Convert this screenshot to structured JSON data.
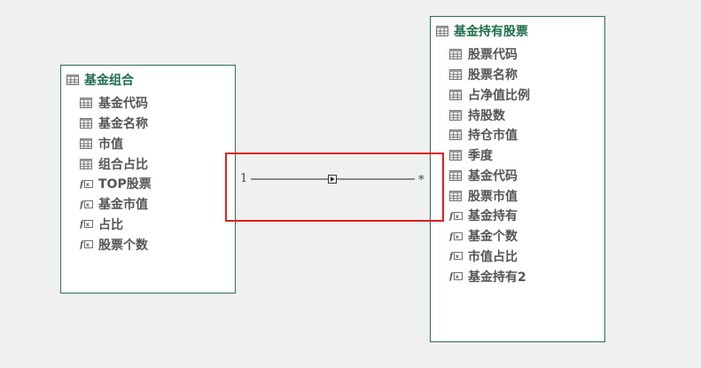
{
  "colors": {
    "background": "#f0f0f0",
    "table_border": "#2e6e4f",
    "table_title": "#1f6e4a",
    "field_text": "#555555",
    "highlight": "#e02020",
    "relationship_line": "#8a8a8a"
  },
  "tables": [
    {
      "title": "基金组合",
      "icon": "table-icon",
      "fields": [
        {
          "label": "基金代码",
          "icon": "column-icon"
        },
        {
          "label": "基金名称",
          "icon": "column-icon"
        },
        {
          "label": "市值",
          "icon": "column-icon"
        },
        {
          "label": "组合占比",
          "icon": "column-icon"
        },
        {
          "label": "TOP股票",
          "icon": "measure-icon"
        },
        {
          "label": "基金市值",
          "icon": "measure-icon"
        },
        {
          "label": "占比",
          "icon": "measure-icon"
        },
        {
          "label": "股票个数",
          "icon": "measure-icon"
        }
      ]
    },
    {
      "title": "基金持有股票",
      "icon": "table-icon",
      "fields": [
        {
          "label": "股票代码",
          "icon": "column-icon"
        },
        {
          "label": "股票名称",
          "icon": "column-icon"
        },
        {
          "label": "占净值比例",
          "icon": "column-icon"
        },
        {
          "label": "持股数",
          "icon": "column-icon"
        },
        {
          "label": "持仓市值",
          "icon": "column-icon"
        },
        {
          "label": "季度",
          "icon": "column-icon"
        },
        {
          "label": "基金代码",
          "icon": "column-icon"
        },
        {
          "label": "股票市值",
          "icon": "column-icon"
        },
        {
          "label": "基金持有",
          "icon": "measure-icon"
        },
        {
          "label": "基金个数",
          "icon": "measure-icon"
        },
        {
          "label": "市值占比",
          "icon": "measure-icon"
        },
        {
          "label": "基金持有2",
          "icon": "measure-icon"
        }
      ]
    }
  ],
  "relationship": {
    "from_cardinality": "1",
    "to_cardinality": "*",
    "highlighted": true
  }
}
